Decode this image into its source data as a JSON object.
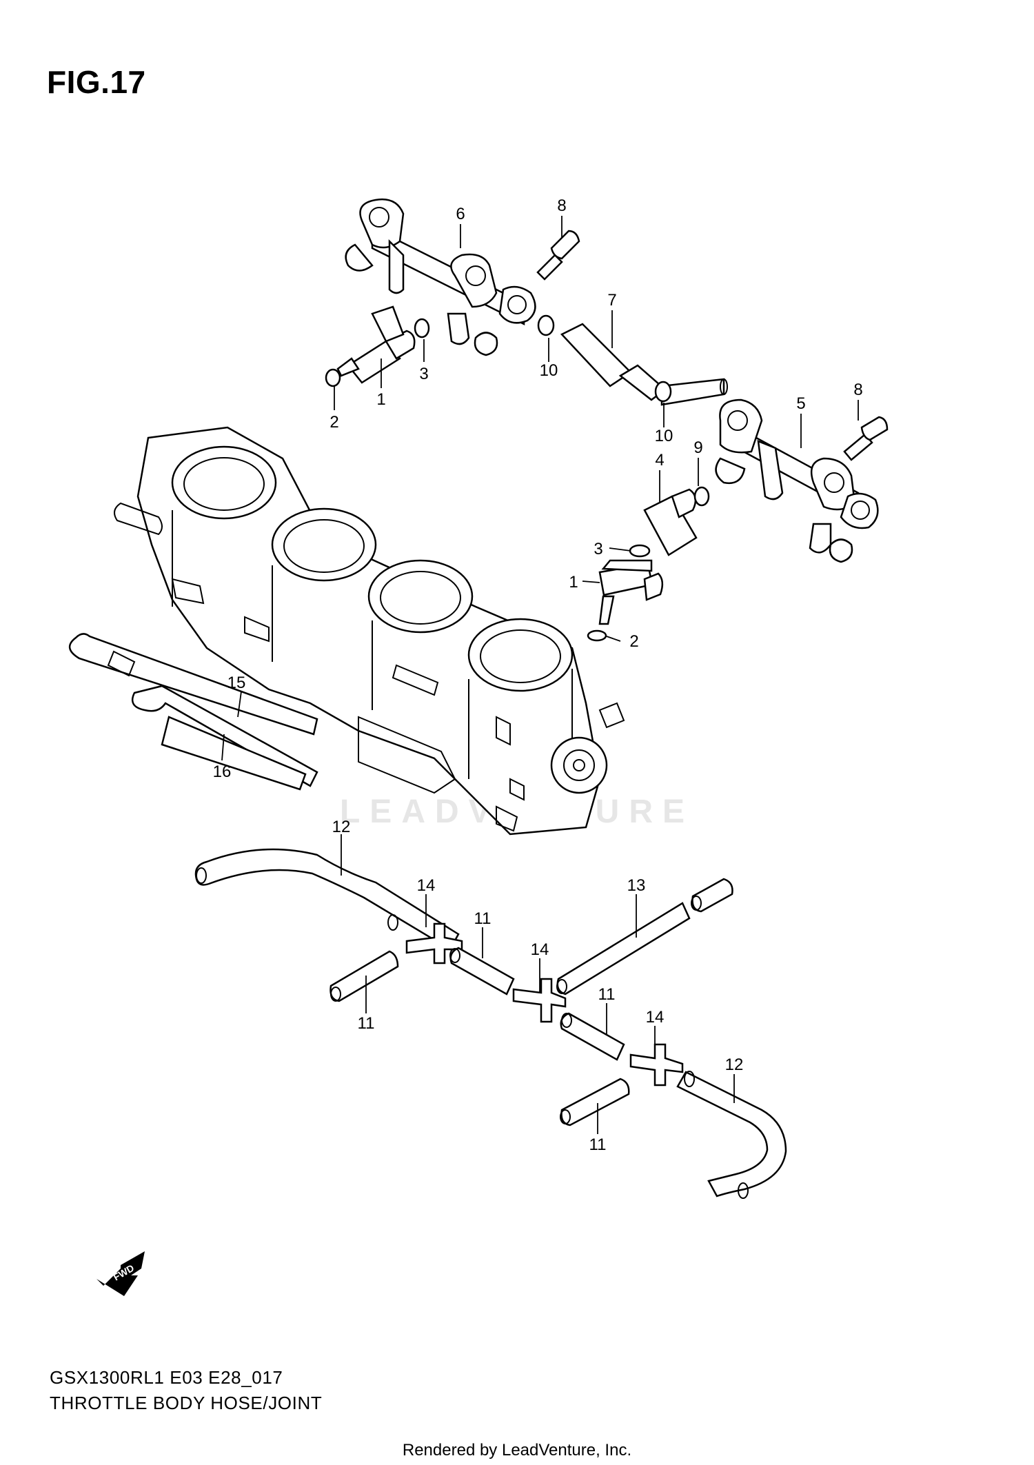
{
  "figure": {
    "title": "FIG.17"
  },
  "watermark": "LEADVENTURE",
  "callouts": [
    "1",
    "2",
    "3",
    "4",
    "5",
    "6",
    "7",
    "8",
    "9",
    "10",
    "11",
    "12",
    "13",
    "14",
    "15",
    "16"
  ],
  "fwd_label": "FWD",
  "caption": {
    "code": "GSX1300RL1 E03 E28_017",
    "description": "THROTTLE BODY HOSE/JOINT"
  },
  "footer": "Rendered by LeadVenture, Inc."
}
